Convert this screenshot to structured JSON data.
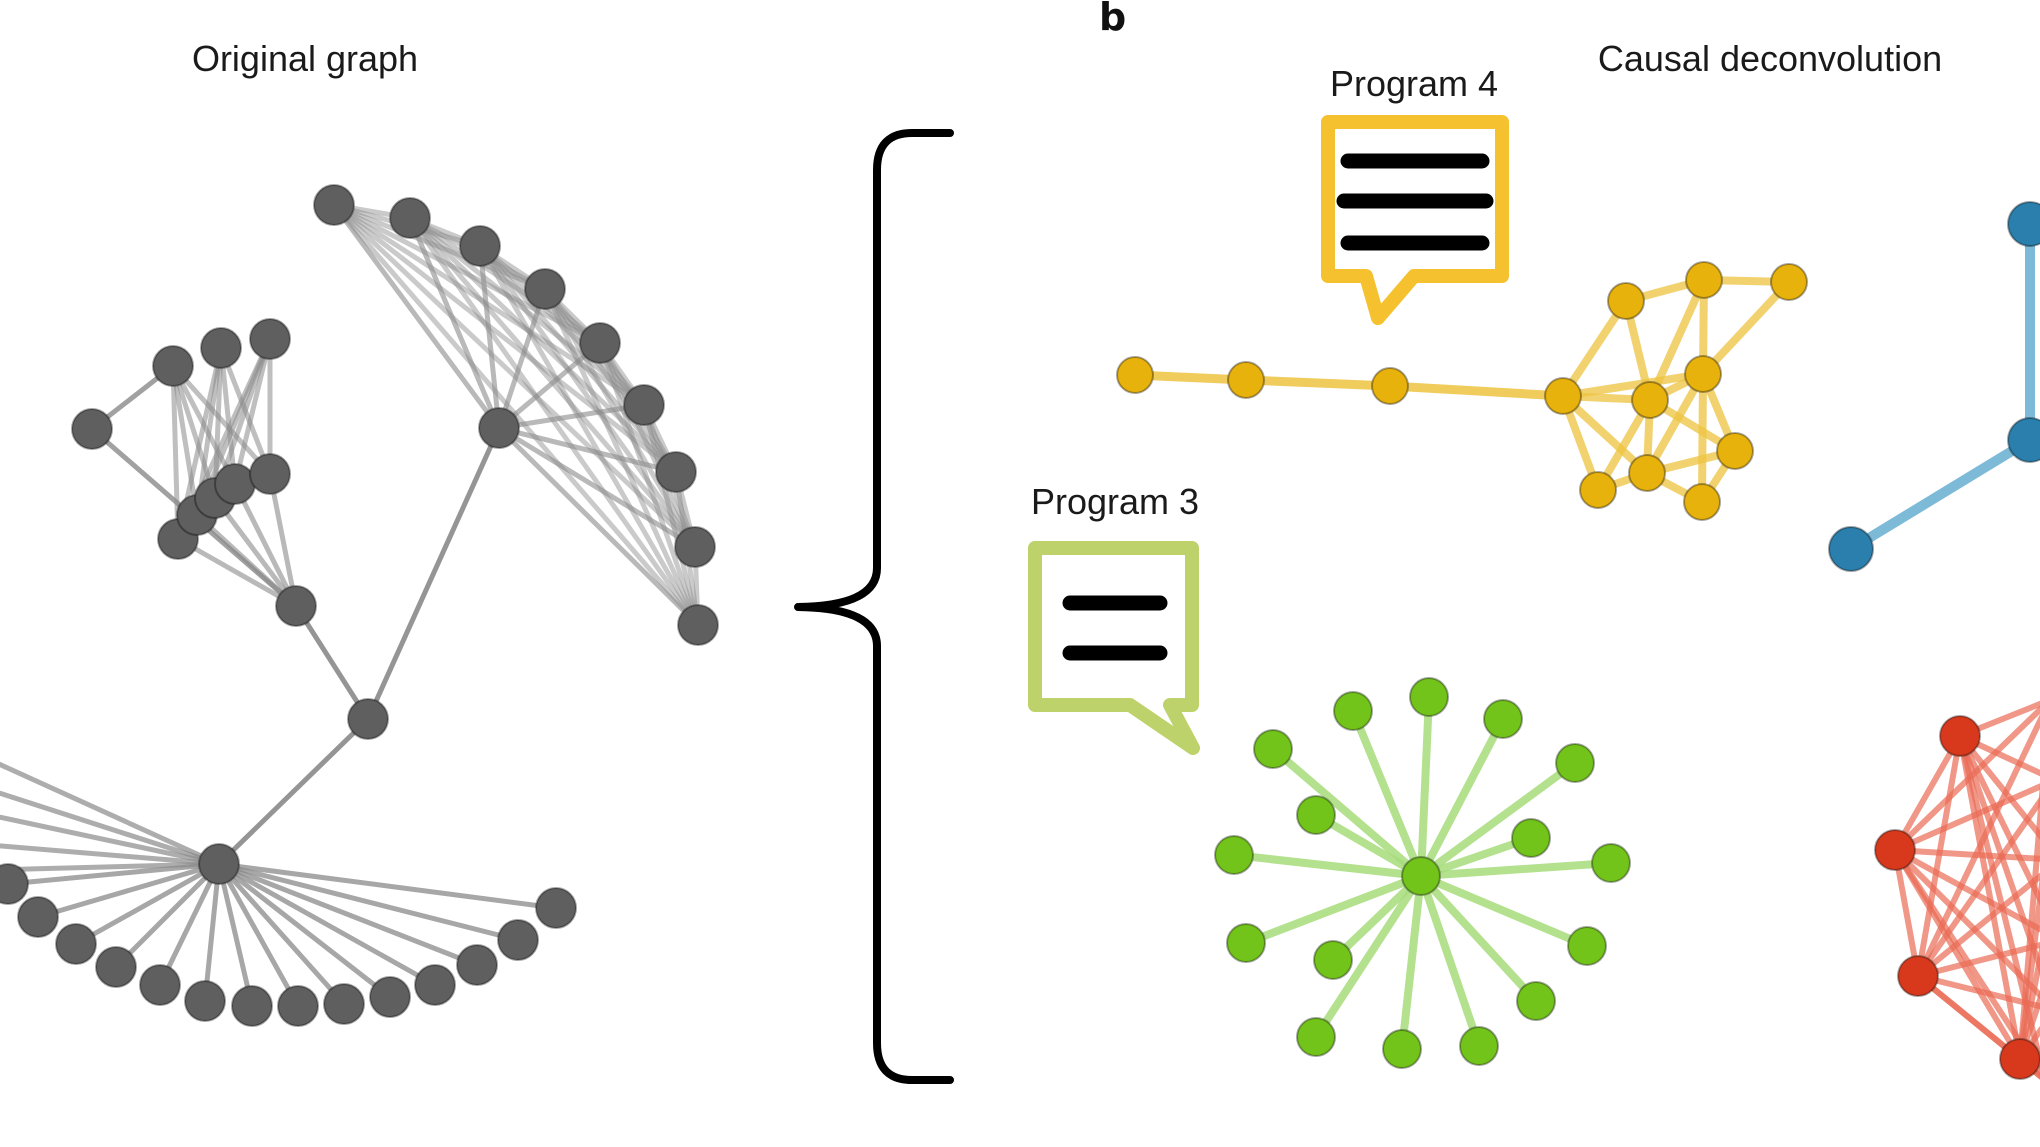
{
  "panel_letter": "b",
  "left_title": "Original graph",
  "right_title": "Causal deconvolution",
  "programs": [
    {
      "label": "Program 4",
      "color": "#f5c12e",
      "lines": 3
    },
    {
      "label": "Program 3",
      "color": "#bdd26a",
      "lines": 2
    }
  ],
  "colors": {
    "original_node": "#5f5f5f",
    "original_edge": "#8a8a8a",
    "yellow_node": "#e8b20c",
    "yellow_edge": "#ecc33f",
    "green_node": "#72c41a",
    "green_edge": "#a6dc7a",
    "blue_node": "#2a7fad",
    "blue_edge": "#6fb3d3",
    "red_node": "#d8391c",
    "red_edge": "#ea6b55",
    "bracket": "#000000"
  }
}
